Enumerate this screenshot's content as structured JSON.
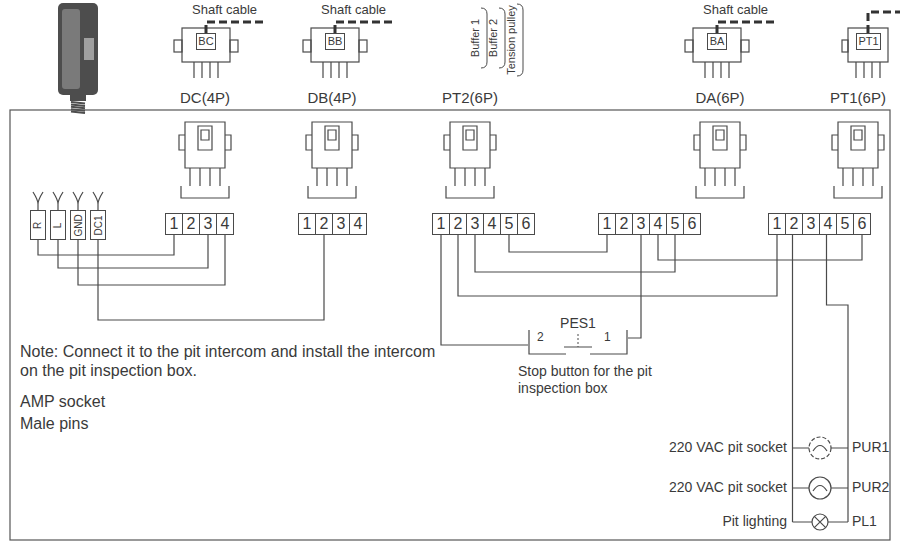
{
  "diagram": {
    "nodes": [
      {
        "text": [
          "BC"
        ]
      },
      {
        "text": [
          "BB"
        ]
      },
      {
        "text": [
          "BA"
        ]
      },
      {
        "text": [
          "PT1"
        ]
      },
      {
        "text": [
          "R"
        ]
      },
      {
        "text": [
          "L"
        ]
      },
      {
        "text": [
          "GND"
        ]
      },
      {
        "text": [
          "DC1"
        ]
      },
      {
        "text": [
          "1"
        ]
      },
      {
        "text": [
          "2"
        ]
      },
      {
        "text": [
          "3"
        ]
      },
      {
        "text": [
          "4"
        ]
      },
      {
        "text": [
          "1"
        ]
      },
      {
        "text": [
          "2"
        ]
      },
      {
        "text": [
          "3"
        ]
      },
      {
        "text": [
          "4"
        ]
      },
      {
        "text": [
          "1"
        ]
      },
      {
        "text": [
          "2"
        ]
      },
      {
        "text": [
          "3"
        ]
      },
      {
        "text": [
          "4"
        ]
      },
      {
        "text": [
          "5"
        ]
      },
      {
        "text": [
          "6"
        ]
      },
      {
        "text": [
          "1"
        ]
      },
      {
        "text": [
          "2"
        ]
      },
      {
        "text": [
          "3"
        ]
      },
      {
        "text": [
          "4"
        ]
      },
      {
        "text": [
          "5"
        ]
      },
      {
        "text": [
          "6"
        ]
      },
      {
        "text": [
          "1"
        ]
      },
      {
        "text": [
          "2"
        ]
      },
      {
        "text": [
          "3"
        ]
      },
      {
        "text": [
          "4"
        ]
      },
      {
        "text": [
          "5"
        ]
      },
      {
        "text": [
          "6"
        ]
      },
      {
        "text": [
          "PES1",
          "2",
          "1"
        ]
      }
    ],
    "edges": [
      {
        "from": 4,
        "to": 8,
        "arrow": "none"
      },
      {
        "from": 5,
        "to": 10,
        "arrow": "none"
      },
      {
        "from": 6,
        "to": 11,
        "arrow": "none"
      },
      {
        "from": 7,
        "to": 13,
        "arrow": "none"
      },
      {
        "from": 16,
        "to": 34,
        "arrow": "none"
      },
      {
        "from": 34,
        "to": 24,
        "arrow": "none"
      },
      {
        "from": 20,
        "to": 22,
        "arrow": "none"
      },
      {
        "from": 17,
        "to": 28,
        "arrow": "none"
      },
      {
        "from": 18,
        "to": 26,
        "arrow": "none"
      },
      {
        "from": 25,
        "to": 33,
        "arrow": "none"
      }
    ],
    "labels": [
      "Shaft cable",
      "Shaft cable",
      "Buffer 1",
      "Buffer 2",
      "Tension pulley",
      "Shaft cable",
      "DC(4P)",
      "DB(4P)",
      "PT2(6P)",
      "DA(6P)",
      "PT1(6P)",
      "Note: Connect it to the pit intercom and install the intercom on the pit inspection box.",
      "AMP socket",
      "Male pins",
      "Stop button for the pit inspection box",
      "220 VAC pit socket",
      "PUR1",
      "220 VAC pit socket",
      "PUR2",
      "Pit lighting",
      "PL1"
    ]
  }
}
